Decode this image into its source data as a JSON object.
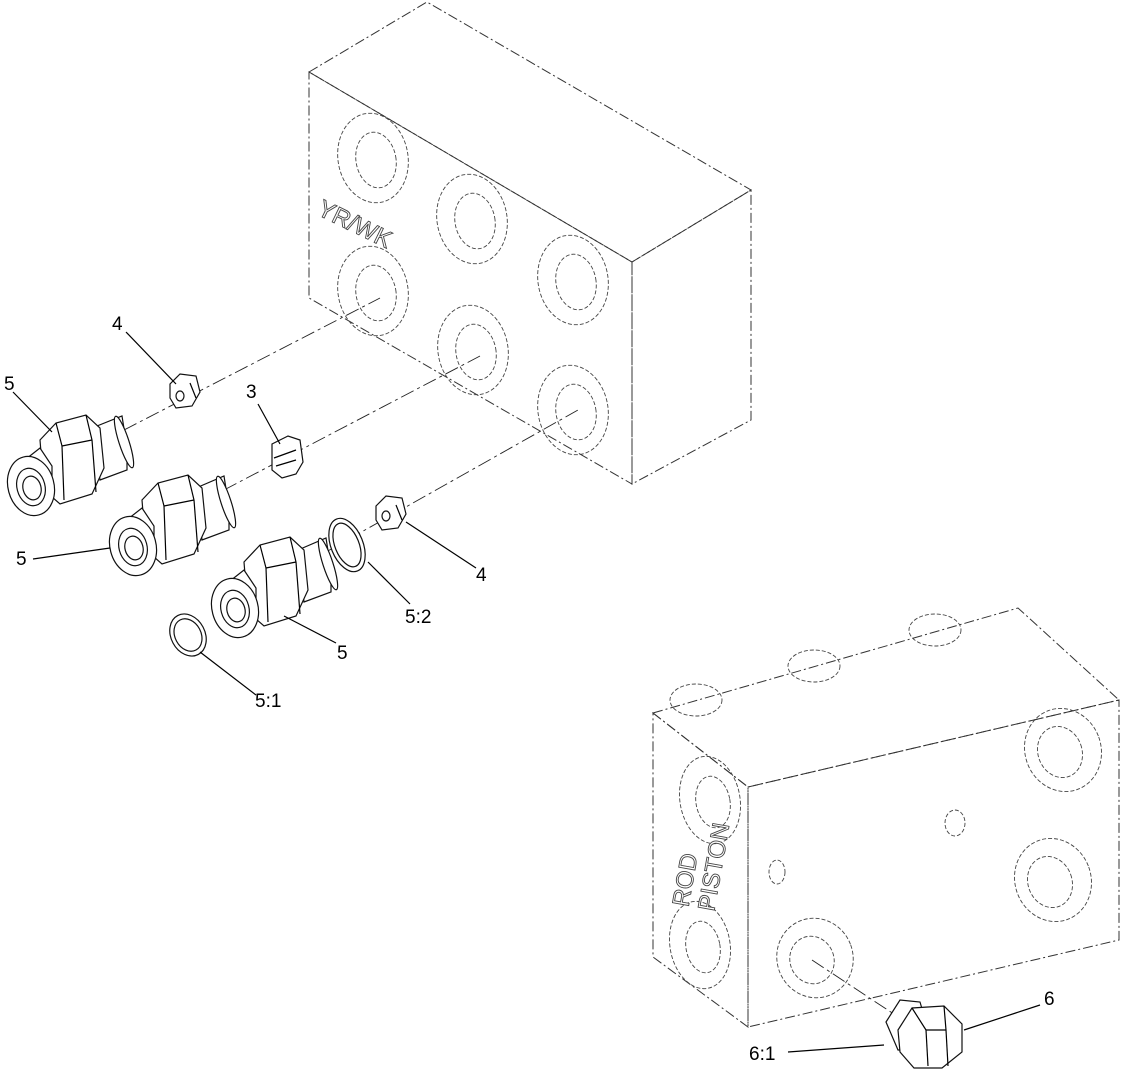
{
  "callouts": {
    "c4_top": "4",
    "c5_left": "5",
    "c3": "3",
    "c5_mid": "5",
    "c4_right": "4",
    "c5_2": "5:2",
    "c5_bottom": "5",
    "c5_1": "5:1",
    "c6": "6",
    "c6_1": "6:1"
  },
  "block_markings": {
    "top_block": "YR/WK",
    "bottom_block_line1": "PISTON",
    "bottom_block_line2": "ROD"
  }
}
